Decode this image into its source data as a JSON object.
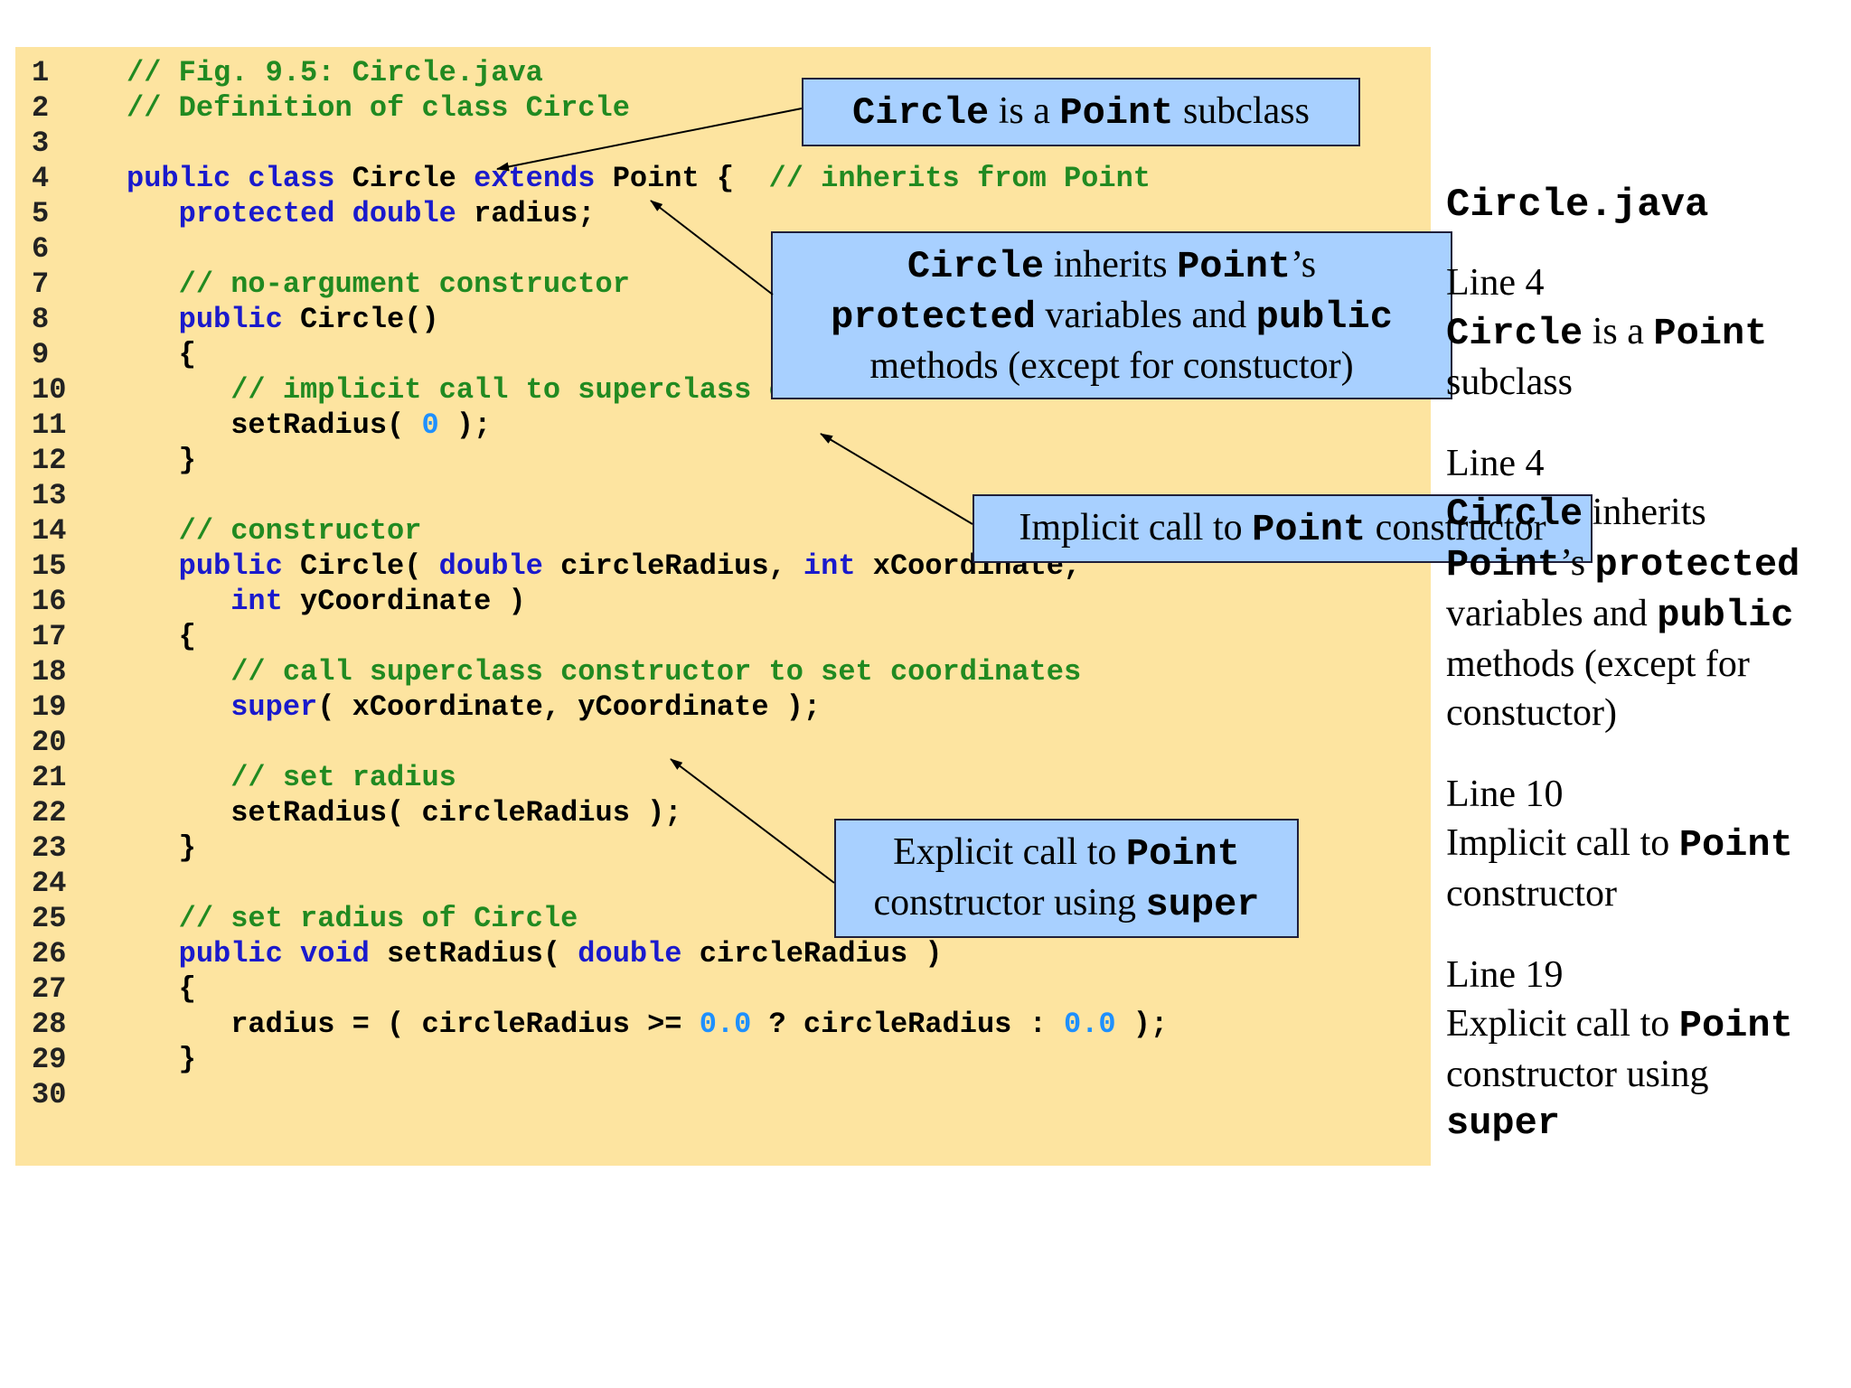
{
  "code_lines": [
    {
      "n": "1",
      "parts": [
        {
          "t": "// Fig. 9.5: Circle.java",
          "c": "cm"
        }
      ]
    },
    {
      "n": "2",
      "parts": [
        {
          "t": "// Definition of class Circle",
          "c": "cm"
        }
      ]
    },
    {
      "n": "3",
      "parts": []
    },
    {
      "n": "4",
      "parts": [
        {
          "t": "public class",
          "c": "kw"
        },
        {
          "t": " Circle ",
          "c": "tx"
        },
        {
          "t": "extends",
          "c": "kw"
        },
        {
          "t": " Point {  ",
          "c": "tx"
        },
        {
          "t": "// inherits from Point",
          "c": "cm"
        }
      ]
    },
    {
      "n": "5",
      "parts": [
        {
          "t": "   ",
          "c": "tx"
        },
        {
          "t": "protected double",
          "c": "kw"
        },
        {
          "t": " radius;",
          "c": "tx"
        }
      ]
    },
    {
      "n": "6",
      "parts": []
    },
    {
      "n": "7",
      "parts": [
        {
          "t": "   ",
          "c": "tx"
        },
        {
          "t": "// no-argument constructor",
          "c": "cm"
        }
      ]
    },
    {
      "n": "8",
      "parts": [
        {
          "t": "   ",
          "c": "tx"
        },
        {
          "t": "public",
          "c": "kw"
        },
        {
          "t": " Circle()",
          "c": "tx"
        }
      ]
    },
    {
      "n": "9",
      "parts": [
        {
          "t": "   {",
          "c": "tx"
        }
      ]
    },
    {
      "n": "10",
      "parts": [
        {
          "t": "      ",
          "c": "tx"
        },
        {
          "t": "// implicit call to superclass constructor occurs here",
          "c": "cm"
        }
      ]
    },
    {
      "n": "11",
      "parts": [
        {
          "t": "      setRadius( ",
          "c": "tx"
        },
        {
          "t": "0",
          "c": "nm"
        },
        {
          "t": " );",
          "c": "tx"
        }
      ]
    },
    {
      "n": "12",
      "parts": [
        {
          "t": "   }",
          "c": "tx"
        }
      ]
    },
    {
      "n": "13",
      "parts": []
    },
    {
      "n": "14",
      "parts": [
        {
          "t": "   ",
          "c": "tx"
        },
        {
          "t": "// constructor",
          "c": "cm"
        }
      ]
    },
    {
      "n": "15",
      "parts": [
        {
          "t": "   ",
          "c": "tx"
        },
        {
          "t": "public",
          "c": "kw"
        },
        {
          "t": " Circle( ",
          "c": "tx"
        },
        {
          "t": "double",
          "c": "kw"
        },
        {
          "t": " circleRadius, ",
          "c": "tx"
        },
        {
          "t": "int",
          "c": "kw"
        },
        {
          "t": " xCoordinate,",
          "c": "tx"
        }
      ]
    },
    {
      "n": "16",
      "parts": [
        {
          "t": "      ",
          "c": "tx"
        },
        {
          "t": "int",
          "c": "kw"
        },
        {
          "t": " yCoordinate )",
          "c": "tx"
        }
      ]
    },
    {
      "n": "17",
      "parts": [
        {
          "t": "   {",
          "c": "tx"
        }
      ]
    },
    {
      "n": "18",
      "parts": [
        {
          "t": "      ",
          "c": "tx"
        },
        {
          "t": "// call superclass constructor to set coordinates",
          "c": "cm"
        }
      ]
    },
    {
      "n": "19",
      "parts": [
        {
          "t": "      ",
          "c": "tx"
        },
        {
          "t": "super",
          "c": "kw"
        },
        {
          "t": "( xCoordinate, yCoordinate );",
          "c": "tx"
        }
      ]
    },
    {
      "n": "20",
      "parts": []
    },
    {
      "n": "21",
      "parts": [
        {
          "t": "      ",
          "c": "tx"
        },
        {
          "t": "// set radius",
          "c": "cm"
        }
      ]
    },
    {
      "n": "22",
      "parts": [
        {
          "t": "      setRadius( circleRadius );",
          "c": "tx"
        }
      ]
    },
    {
      "n": "23",
      "parts": [
        {
          "t": "   }",
          "c": "tx"
        }
      ]
    },
    {
      "n": "24",
      "parts": []
    },
    {
      "n": "25",
      "parts": [
        {
          "t": "   ",
          "c": "tx"
        },
        {
          "t": "// set radius of Circle",
          "c": "cm"
        }
      ]
    },
    {
      "n": "26",
      "parts": [
        {
          "t": "   ",
          "c": "tx"
        },
        {
          "t": "public void",
          "c": "kw"
        },
        {
          "t": " setRadius( ",
          "c": "tx"
        },
        {
          "t": "double",
          "c": "kw"
        },
        {
          "t": " circleRadius )",
          "c": "tx"
        }
      ]
    },
    {
      "n": "27",
      "parts": [
        {
          "t": "   {",
          "c": "tx"
        }
      ]
    },
    {
      "n": "28",
      "parts": [
        {
          "t": "      radius = ( circleRadius >= ",
          "c": "tx"
        },
        {
          "t": "0.0",
          "c": "nm"
        },
        {
          "t": " ? circleRadius : ",
          "c": "tx"
        },
        {
          "t": "0.0",
          "c": "nm"
        },
        {
          "t": " );",
          "c": "tx"
        }
      ]
    },
    {
      "n": "29",
      "parts": [
        {
          "t": "   }",
          "c": "tx"
        }
      ]
    },
    {
      "n": "30",
      "parts": []
    }
  ],
  "callouts": {
    "subclass": {
      "a": "Circle",
      "b": " is a ",
      "c": "Point",
      "d": " subclass"
    },
    "inherits": {
      "r1a": "Circle",
      "r1b": " inherits ",
      "r1c": "Point",
      "r1d": "’s",
      "r2a": "protected",
      "r2b": " variables and ",
      "r2c": "public",
      "r3": "methods (except for constuctor)"
    },
    "implicit": {
      "a": "Implicit call to ",
      "b": "Point",
      "c": " constructor"
    },
    "explicit": {
      "r1a": "Explicit call to ",
      "r1b": "Point",
      "r2a": "constructor using ",
      "r2b": "super"
    }
  },
  "side_panel": {
    "title": "Circle.java",
    "note1": {
      "line": "Line 4",
      "a": "Circle",
      "b": " is a ",
      "c": "Point",
      "d": "subclass"
    },
    "note2": {
      "line": "Line 4",
      "a": "Circle",
      "b": " inherits",
      "c": "Point",
      "d": "’s ",
      "e": "protected",
      "f": "variables and ",
      "g": "public",
      "h": "methods (except for",
      "i": "constuctor)"
    },
    "note3": {
      "line": "Line 10",
      "a": "Implicit call to ",
      "b": "Point",
      "c": "constructor"
    },
    "note4": {
      "line": "Line 19",
      "a": "Explicit call to ",
      "b": "Point",
      "c": "constructor using",
      "d": "super"
    }
  },
  "colors": {
    "panel": "#fde4a0",
    "callout": "#a8d0ff",
    "keyword": "#1a1acc",
    "comment": "#218a21",
    "number": "#1e90ff"
  }
}
